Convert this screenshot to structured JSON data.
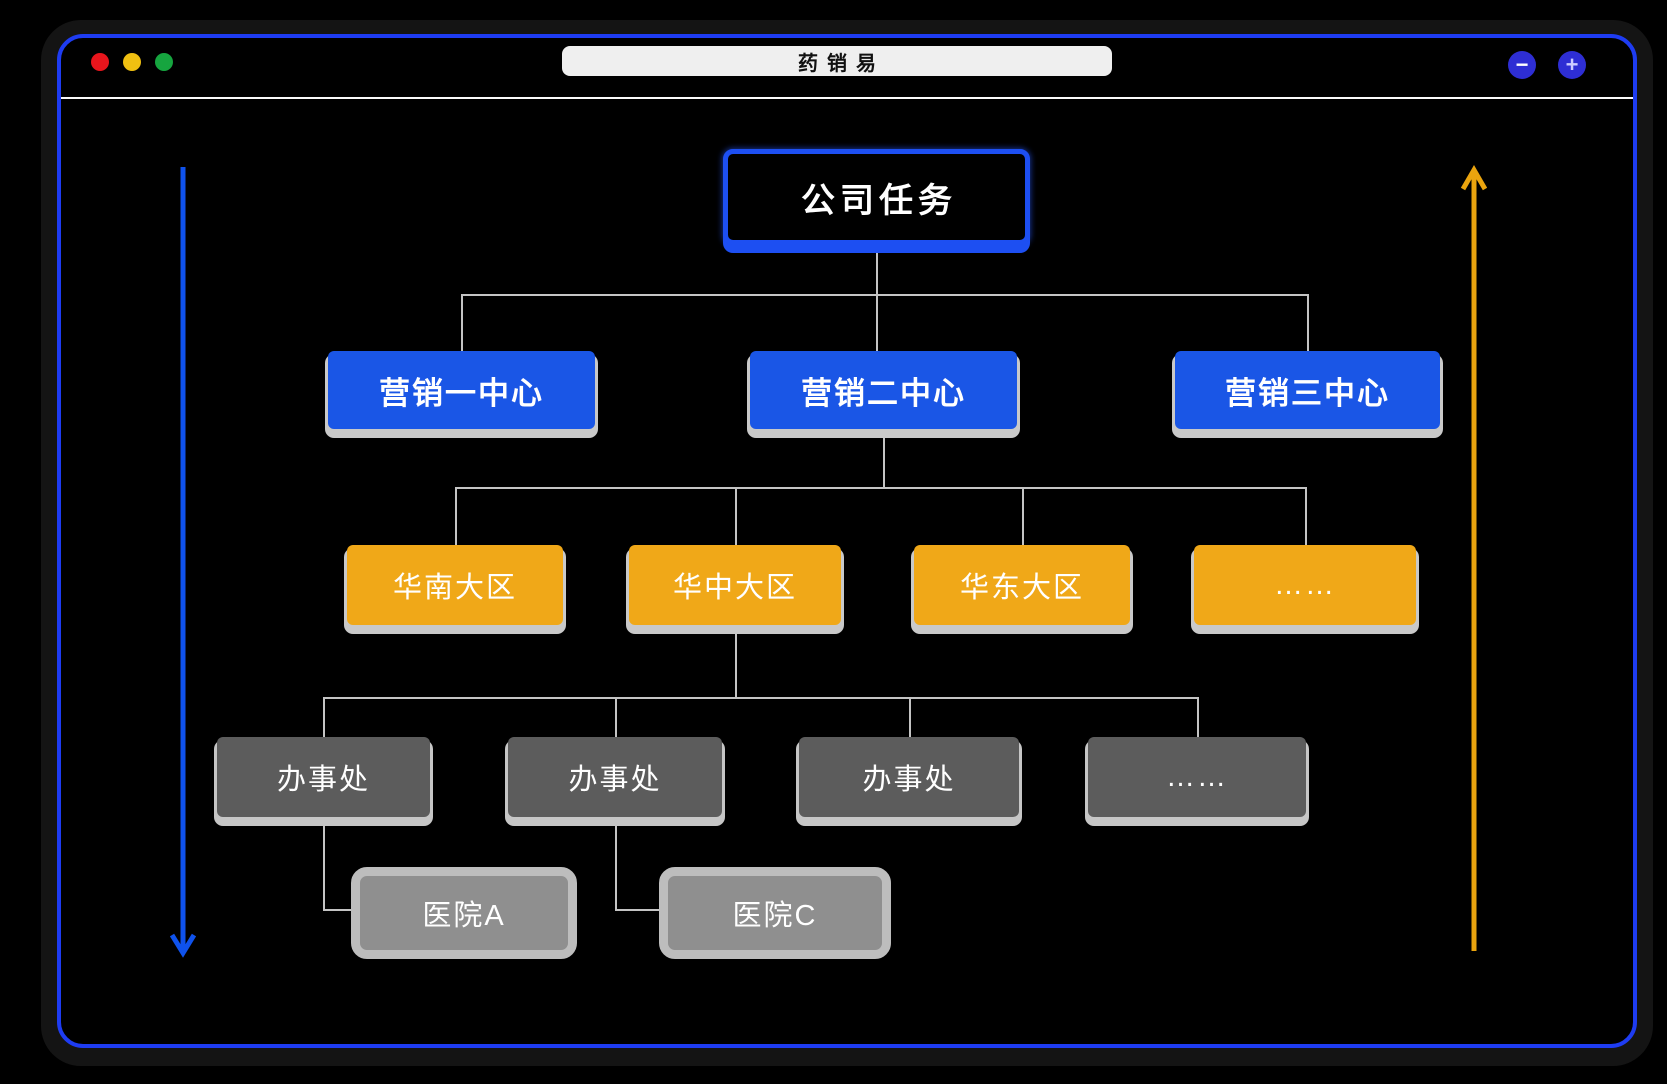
{
  "window": {
    "title": "药销易",
    "controls": {
      "minimize_label": "−",
      "zoom_in_label": "+"
    }
  },
  "org_chart": {
    "levels": [
      {
        "name": "company",
        "nodes": [
          {
            "label": "公司任务"
          }
        ]
      },
      {
        "name": "marketing-centers",
        "nodes": [
          {
            "label": "营销一中心"
          },
          {
            "label": "营销二中心"
          },
          {
            "label": "营销三中心"
          }
        ]
      },
      {
        "name": "regions",
        "nodes": [
          {
            "label": "华南大区"
          },
          {
            "label": "华中大区"
          },
          {
            "label": "华东大区"
          },
          {
            "label": "……"
          }
        ]
      },
      {
        "name": "offices",
        "nodes": [
          {
            "label": "办事处"
          },
          {
            "label": "办事处"
          },
          {
            "label": "办事处"
          },
          {
            "label": "……"
          }
        ]
      },
      {
        "name": "hospitals",
        "nodes": [
          {
            "label": "医院A"
          },
          {
            "label": "医院C"
          }
        ]
      }
    ]
  },
  "colors": {
    "window_border": "#1e3cf2",
    "level1_accent": "#1d4ff2",
    "level2_fill": "#1a56e6",
    "level3_fill": "#f0a818",
    "level4_fill": "#5c5c5c",
    "level5_fill": "#8f8f8f",
    "shadow_gray": "#c9c9c9",
    "connector_line": "#c4c4c4",
    "down_arrow": "#0f52ec",
    "up_arrow": "#eaa40e",
    "traffic_red": "#e8151c",
    "traffic_yellow": "#f0c011",
    "traffic_green": "#16a53f",
    "control_button": "#2e2ed4",
    "title_pill": "#efefef"
  }
}
